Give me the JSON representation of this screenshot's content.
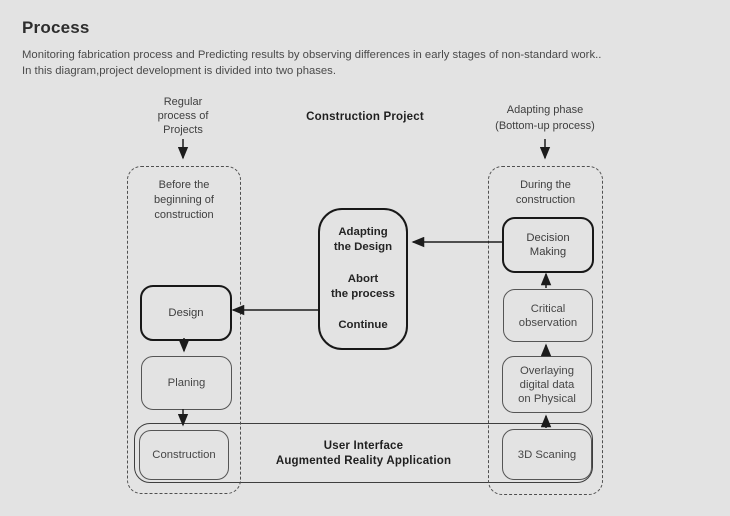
{
  "page": {
    "title": "Process",
    "description_line1": "Monitoring fabrication process and Predicting results by observing differences in early stages of non-standard work..",
    "description_line2": "In this diagram,project development is divided into two phases."
  },
  "colors": {
    "background": "#e3e3e3",
    "line_strong": "#1c1c1c",
    "line_light": "#555555",
    "text": "#3f3f3f",
    "text_bold": "#1f1f1f"
  },
  "top_labels": {
    "regular_process": "Regular\nprocess of\nProjects",
    "construction_project": "Construction Project",
    "adapting_phase": "Adapting phase\n(Bottom-up process)"
  },
  "left_phase": {
    "label": "Before the\nbeginning of\nconstruction",
    "boxes": {
      "design": "Design",
      "planing": "Planing",
      "construction": "Construction"
    }
  },
  "center_box": {
    "options": {
      "adapting": "Adapting\nthe Design",
      "abort": "Abort\nthe process",
      "continue": "Continue"
    }
  },
  "right_phase": {
    "label": "During the\nconstruction",
    "boxes": {
      "decision_making": "Decision\nMaking",
      "critical_observation": "Critical\nobservation",
      "overlaying": "Overlaying\ndigital data\non Physical",
      "scaning": "3D Scaning"
    }
  },
  "ui_container": {
    "line1": "User Interface",
    "line2": "Augmented Reality Application"
  }
}
